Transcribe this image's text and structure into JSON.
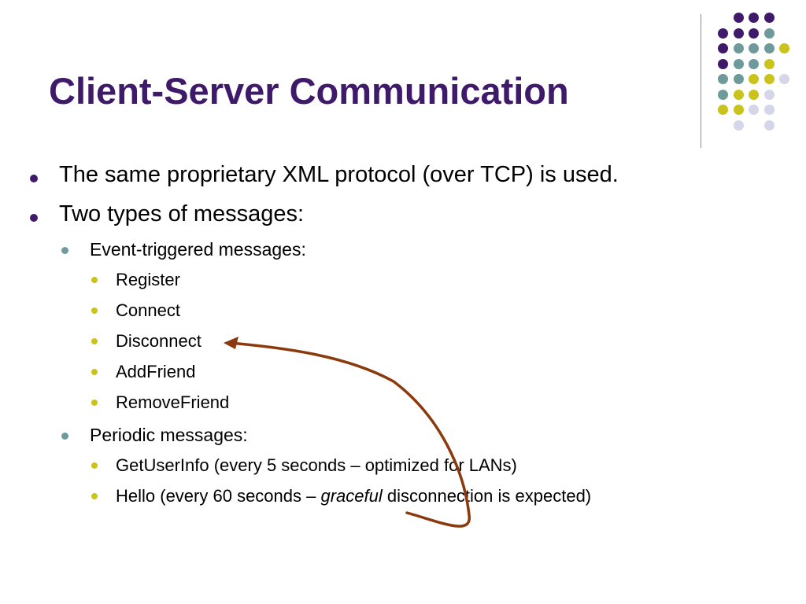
{
  "slide": {
    "title": "Client-Server Communication",
    "colors": {
      "title": "#3f1a6b",
      "bullet1": "#3f1a6b",
      "bullet2": "#6e9a9c",
      "bullet3": "#c9c31c",
      "arrow": "#8b3a0e",
      "dot_purple": "#3f1a6b",
      "dot_teal": "#6e9a9c",
      "dot_yellow": "#c9c31c",
      "dot_lavender": "#d6d6ea"
    },
    "bullets": [
      {
        "level": 1,
        "text": "The same proprietary XML protocol (over TCP) is used."
      },
      {
        "level": 1,
        "text": "Two types of messages:"
      },
      {
        "level": 2,
        "text": "Event-triggered messages:"
      },
      {
        "level": 3,
        "text": "Register"
      },
      {
        "level": 3,
        "text": "Connect"
      },
      {
        "level": 3,
        "text": "Disconnect"
      },
      {
        "level": 3,
        "text": "AddFriend"
      },
      {
        "level": 3,
        "text": "RemoveFriend"
      },
      {
        "level": 2,
        "text": "Periodic messages:"
      },
      {
        "level": 3,
        "text": "GetUserInfo (every 5 seconds – optimized for LANs)"
      },
      {
        "level": 3,
        "text_before": "Hello (every 60 seconds – ",
        "text_italic": "graceful",
        "text_after": " disconnection is expected)"
      }
    ]
  }
}
